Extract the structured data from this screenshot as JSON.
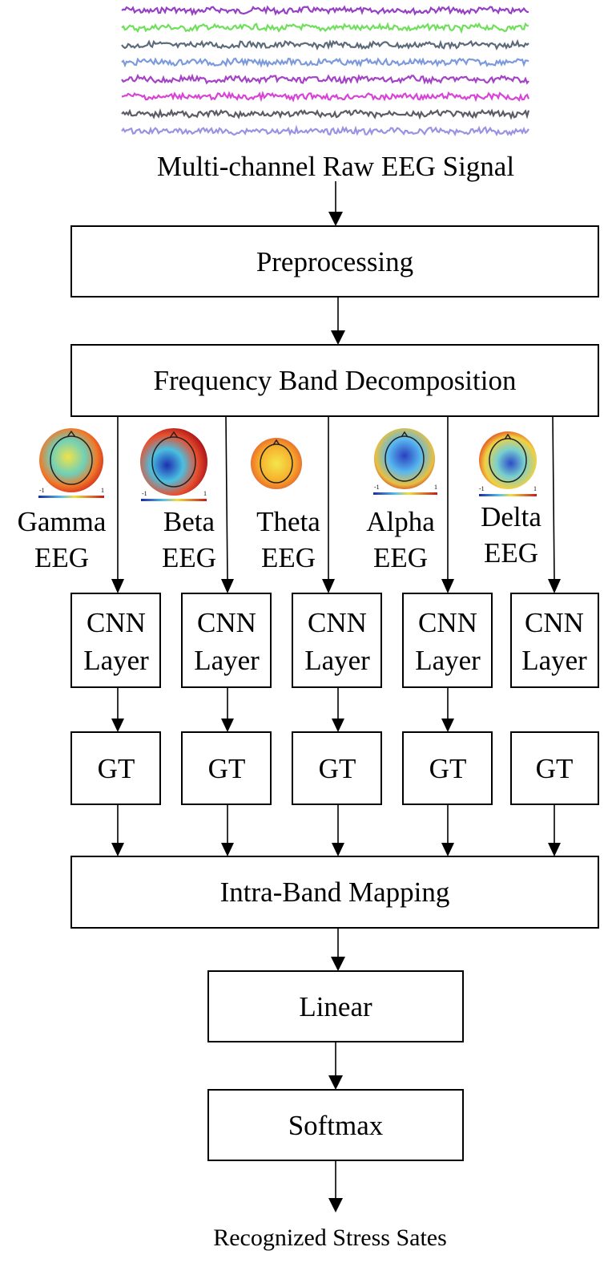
{
  "input_label": "Multi-channel Raw EEG Signal",
  "preprocessing": "Preprocessing",
  "decomposition": "Frequency Band Decomposition",
  "colorbar_tick_min": "-1",
  "colorbar_tick_max": "1",
  "bands": [
    {
      "name": "Gamma",
      "sub": "EEG",
      "cnn_line1": "CNN",
      "cnn_line2": "Layer",
      "gt": "GT"
    },
    {
      "name": "Beta",
      "sub": "EEG",
      "cnn_line1": "CNN",
      "cnn_line2": "Layer",
      "gt": "GT"
    },
    {
      "name": "Theta",
      "sub": "EEG",
      "cnn_line1": "CNN",
      "cnn_line2": "Layer",
      "gt": "GT"
    },
    {
      "name": "Alpha",
      "sub": "EEG",
      "cnn_line1": "CNN",
      "cnn_line2": "Layer",
      "gt": "GT"
    },
    {
      "name": "Delta",
      "sub": "EEG",
      "cnn_line1": "CNN",
      "cnn_line2": "Layer",
      "gt": "GT"
    }
  ],
  "mapping": "Intra-Band Mapping",
  "linear": "Linear",
  "softmax": "Softmax",
  "output_label": "Recognized Stress Sates",
  "signal_colors": [
    "#8a2bbf",
    "#5fdc4a",
    "#4a5a6a",
    "#6f8fd8",
    "#9a2fc0",
    "#d42fd4",
    "#4a4a55",
    "#8f86e0"
  ]
}
